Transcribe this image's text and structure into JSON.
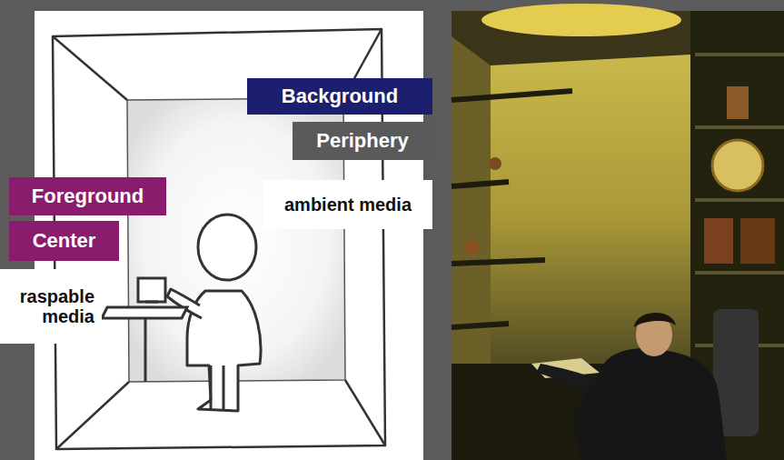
{
  "diagram": {
    "nodes": [
      {
        "text": [
          "Background"
        ]
      },
      {
        "text": [
          "Periphery"
        ]
      },
      {
        "text": [
          "Foreground"
        ]
      },
      {
        "text": [
          "ambient media"
        ]
      },
      {
        "text": [
          "Center"
        ]
      },
      {
        "text": [
          "raspable media"
        ]
      }
    ]
  }
}
